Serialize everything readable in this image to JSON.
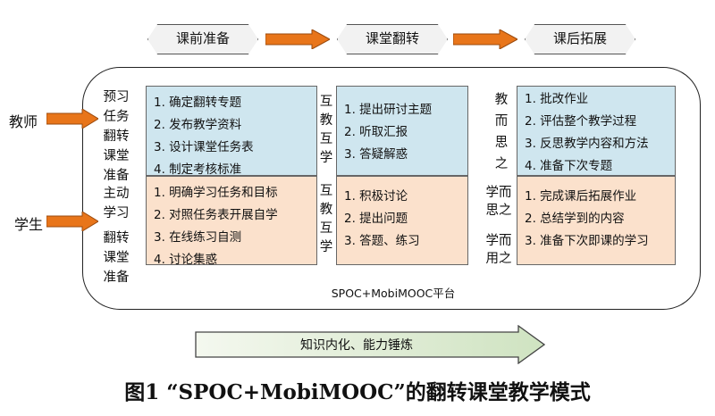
{
  "phases": [
    "课前准备",
    "课堂翻转",
    "课后拓展"
  ],
  "roles": {
    "teacher": "教师",
    "student": "学生"
  },
  "teacher_pre": {
    "side_label": [
      "预习",
      "任务",
      "翻转",
      "课堂",
      "准备"
    ],
    "items": [
      "1. 确定翻转专题",
      "2. 发布教学资料",
      "3. 设计课堂任务表",
      "4. 制定考核标准"
    ]
  },
  "student_pre": {
    "side_label": [
      "主动",
      "学习",
      "翻转",
      "课堂",
      "准备"
    ],
    "items": [
      "1. 明确学习任务和目标",
      "2. 对照任务表开展自学",
      "3. 在线练习自测",
      "4. 讨论集惑"
    ]
  },
  "teacher_class": {
    "side_label": [
      "互",
      "教",
      "互",
      "学"
    ],
    "items": [
      "1. 提出研讨主题",
      "2. 听取汇报",
      "3. 答疑解惑"
    ]
  },
  "student_class": {
    "side_label": [
      "互",
      "教",
      "互",
      "学"
    ],
    "items": [
      "1. 积极讨论",
      "2. 提出问题",
      "3. 答题、练习"
    ]
  },
  "teacher_post": {
    "side_label": [
      "教",
      "而",
      "思",
      "之"
    ],
    "items": [
      "1. 批改作业",
      "2. 评估整个教学过程",
      "3. 反思教学内容和方法",
      "4. 准备下次专题"
    ]
  },
  "student_post": {
    "side_label_top": [
      "学而",
      "思之"
    ],
    "side_label_bottom": [
      "学而",
      "用之"
    ],
    "items": [
      "1. 完成课后拓展作业",
      "2. 总结学到的内容",
      "3. 准备下次即课的学习"
    ]
  },
  "platform_label": "SPOC+MobiMOOC平台",
  "bottom_arrow_label": "知识内化、能力锤炼",
  "caption": "图1  “SPOC+MobiMOOC”的翻转课堂教学模式",
  "colors": {
    "teacher_box": "#cfe6ef",
    "student_box": "#fbe1cc",
    "arrow_orange": "#e8751a",
    "bottom_arrow": "#dcebd2"
  }
}
